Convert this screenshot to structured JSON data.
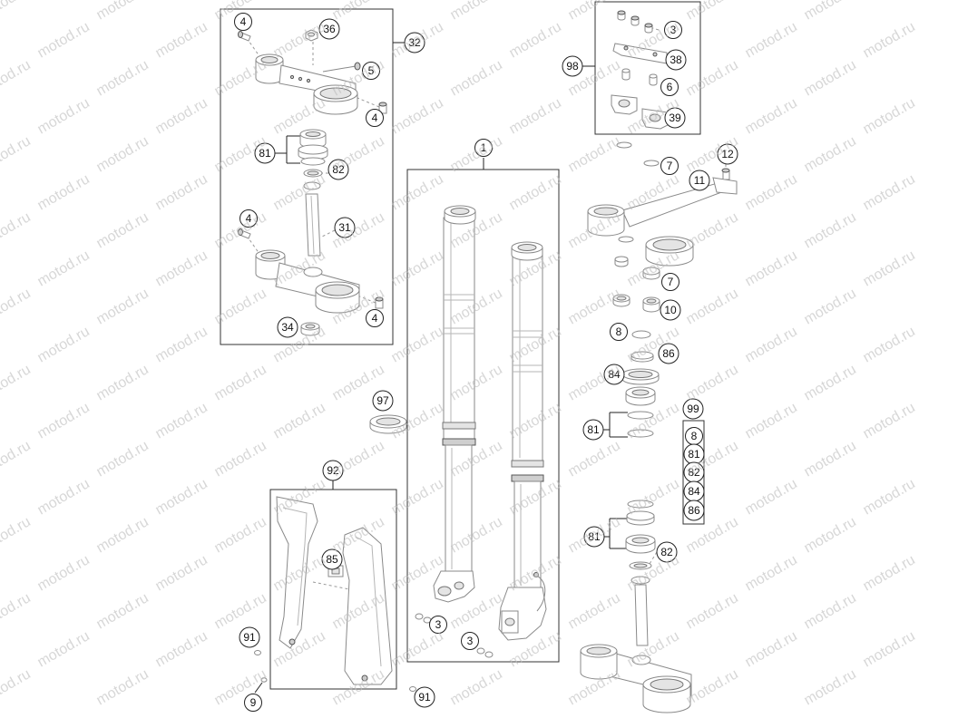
{
  "watermark": "motod.ru",
  "box_left": {
    "label": "32",
    "parts": [
      "4",
      "36",
      "5",
      "4",
      "81",
      "82",
      "4",
      "31",
      "4",
      "34"
    ]
  },
  "box_center": {
    "label": "1",
    "parts": [
      "3",
      "3"
    ]
  },
  "box_guards": {
    "label": "92",
    "parts": [
      "85"
    ]
  },
  "box_top_right": {
    "label": "98",
    "parts": [
      "3",
      "38",
      "6",
      "39"
    ]
  },
  "box_kit": {
    "label": "99",
    "parts": [
      "8",
      "81",
      "82",
      "84",
      "86"
    ]
  },
  "loose_parts": [
    "97",
    "91",
    "9",
    "91",
    "7",
    "12",
    "11",
    "7",
    "10",
    "8",
    "86",
    "84",
    "81",
    "81",
    "82"
  ]
}
